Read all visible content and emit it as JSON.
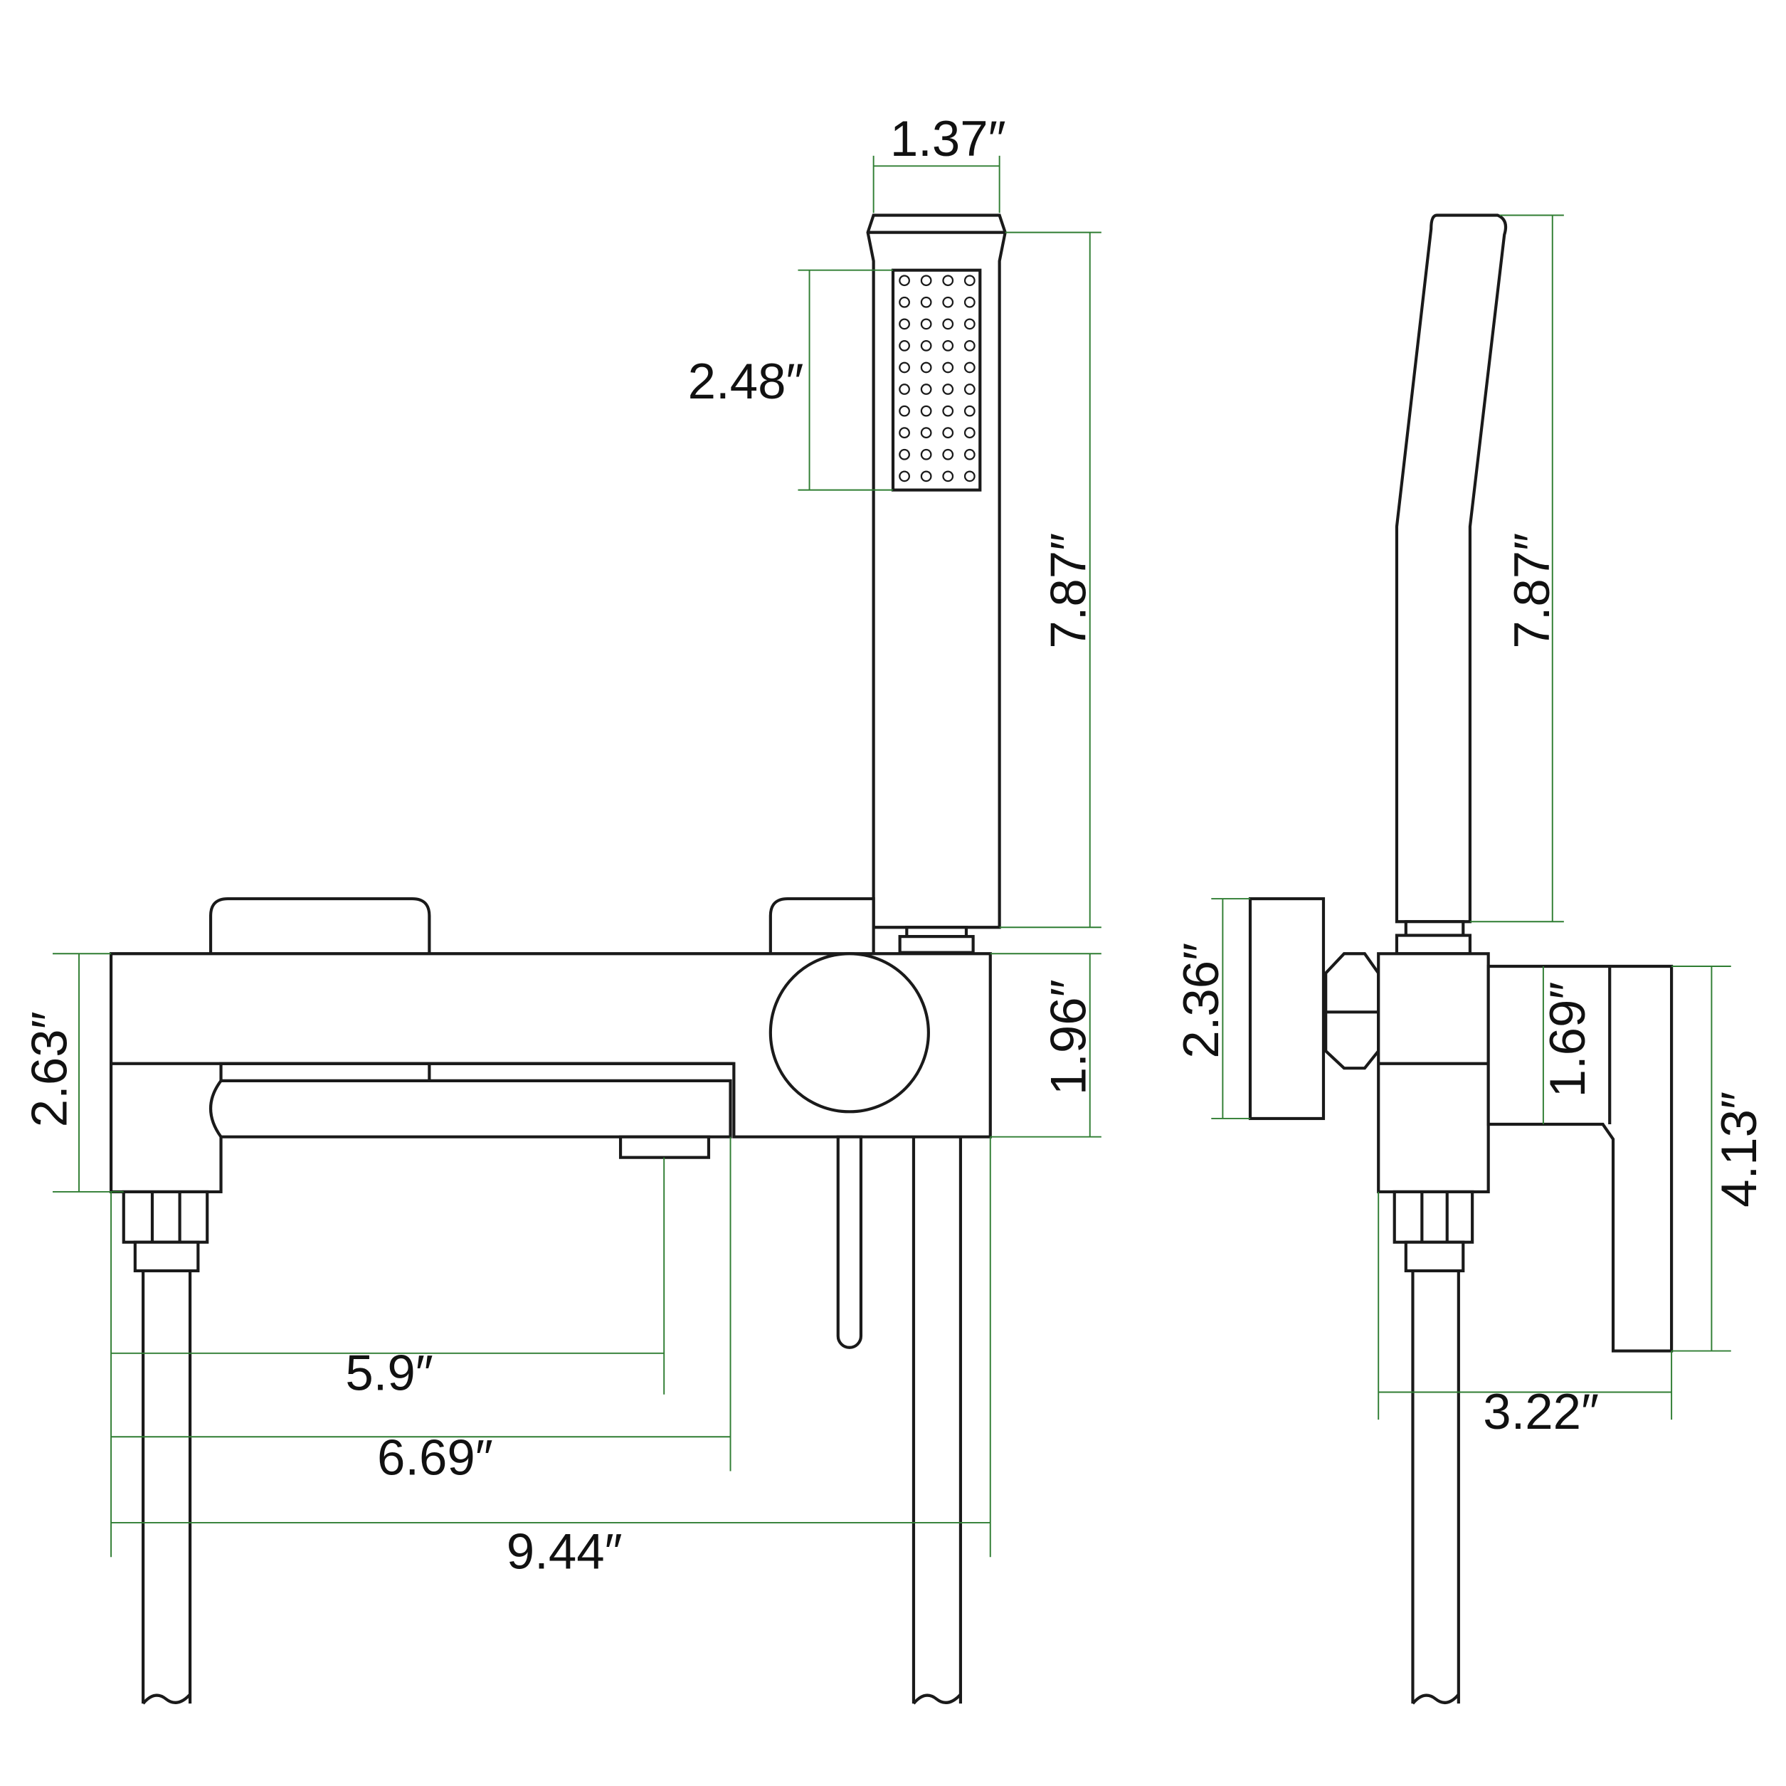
{
  "colors": {
    "outline": "#1a1a1a",
    "dimension_line": "#2f7d32",
    "text": "#111111",
    "background": "#ffffff"
  },
  "dimensions": {
    "handshower_width": "1.37″",
    "spray_face_height": "2.48″",
    "handshower_length_front": "7.87″",
    "handshower_length_side": "7.87″",
    "body_height_left": "2.63″",
    "body_height_right": "1.96″",
    "wall_plate_height": "2.36″",
    "body_depth": "1.69″",
    "handle_height": "4.13″",
    "side_depth": "3.22″",
    "spout_reach": "5.9″",
    "spout_length": "6.69″",
    "overall_width": "9.44″"
  }
}
